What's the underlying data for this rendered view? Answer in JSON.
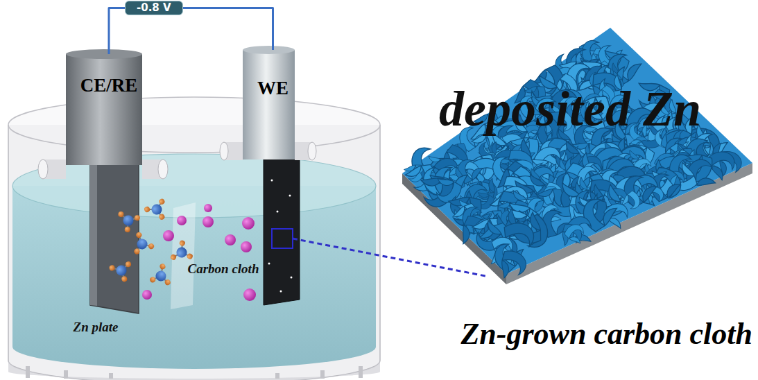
{
  "diagram": {
    "caption": "Zn-grown carbon cloth",
    "nodes": [
      {
        "text": [
          "-0.8 V"
        ]
      },
      {
        "text": [
          "CE/RE"
        ]
      },
      {
        "text": [
          "WE"
        ]
      }
    ],
    "edges": [
      {
        "from": 1,
        "to": 0,
        "arrow": "none"
      },
      {
        "from": 0,
        "to": 2,
        "arrow": "none"
      }
    ],
    "labels": [
      "Zn plate",
      "Carbon cloth",
      "deposited Zn"
    ]
  }
}
